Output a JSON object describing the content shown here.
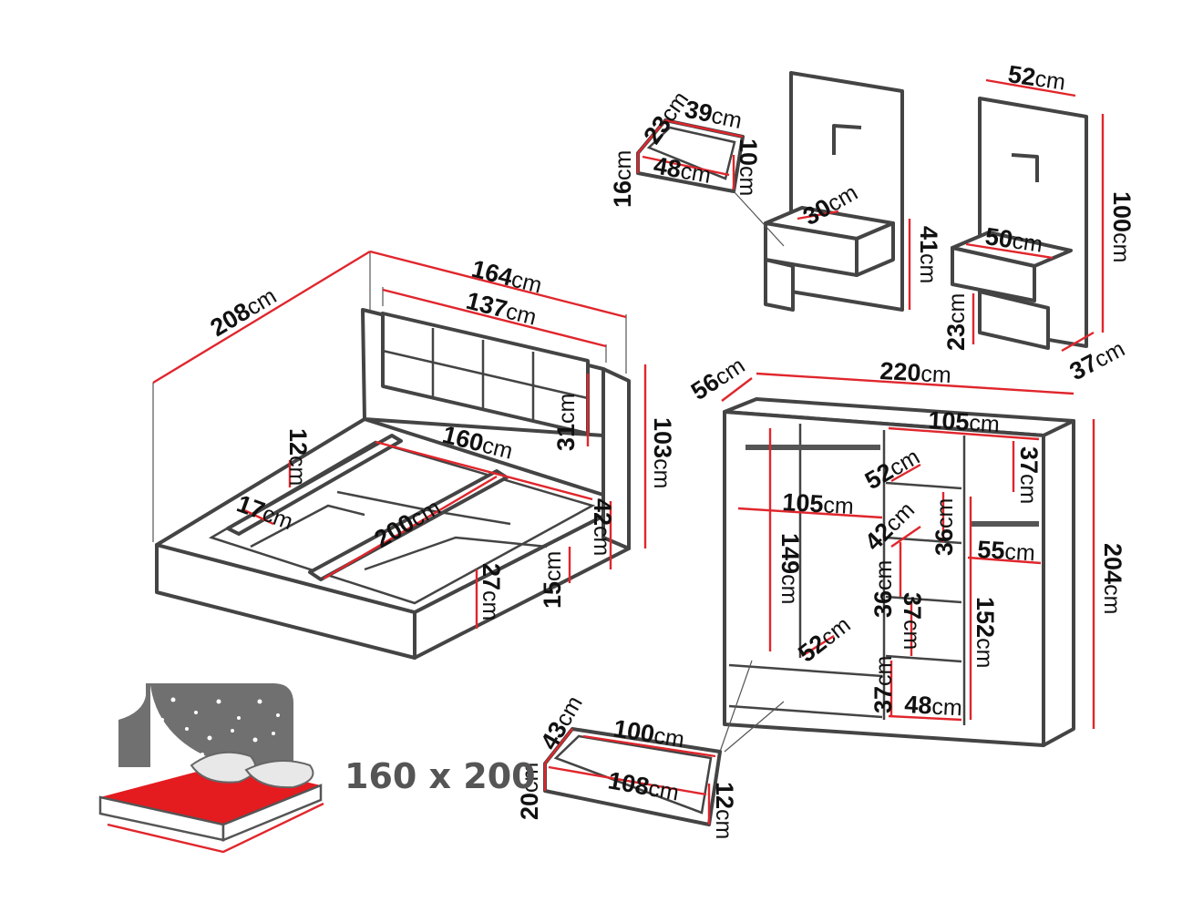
{
  "size_badge": "160 x 200",
  "units": "cm",
  "bed": {
    "length": "208",
    "outer_width": "164",
    "headboard_panel_width": "137",
    "inner_width": "160",
    "mattress_length": "200",
    "slat_offset": "12",
    "frame_inset": "17",
    "panel_height": "31",
    "headboard_height": "103",
    "side_height": "42",
    "frame_height": "27",
    "leg_clearance": "15"
  },
  "nightstand_drawer": {
    "width": "39",
    "depth": "23",
    "front_width": "48",
    "height": "16",
    "inner_height": "10"
  },
  "nightstand_a": {
    "drawer_depth": "30",
    "height": "41"
  },
  "nightstand_b": {
    "top_width": "52",
    "drawer_width": "50",
    "height": "100",
    "base_height": "23",
    "depth": "37"
  },
  "wardrobe": {
    "depth": "56",
    "width": "220",
    "section_width": "105",
    "shelf_depth": "52",
    "top_gap": "37",
    "left_section_width": "105",
    "inner_height": "149",
    "shelf_a": "42",
    "shelf_b": "36",
    "right_width": "55",
    "total_height": "204",
    "shelf_c": "36",
    "shelf_d": "37",
    "hanging_height": "152",
    "drawer_depth": "52",
    "bottom_shelf": "37",
    "bottom_width": "48"
  },
  "wardrobe_drawer": {
    "depth": "43",
    "width": "100",
    "front_width": "108",
    "height": "20",
    "inner_height": "12"
  }
}
